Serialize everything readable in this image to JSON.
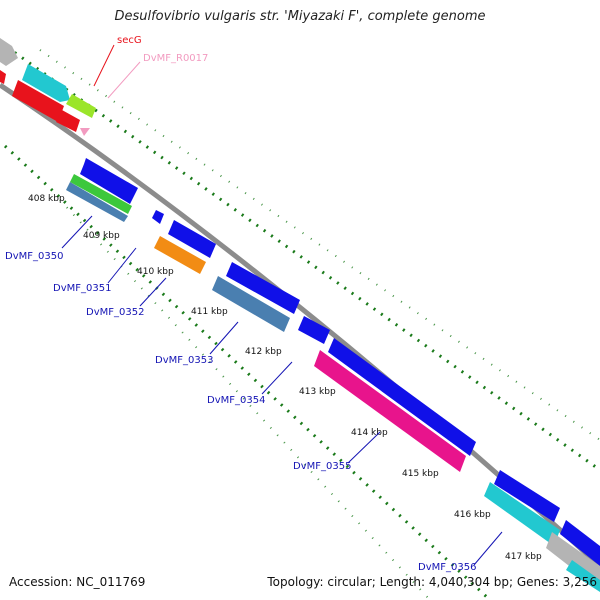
{
  "title": "Desulfovibrio vulgaris str. 'Miyazaki F', complete genome",
  "accession": "Accession: NC_011769",
  "summary": "Topology: circular; Length: 4,040,304 bp; Genes: 3,256",
  "ticks": [
    "408 kbp",
    "409 kbp",
    "410 kbp",
    "411 kbp",
    "412 kbp",
    "413 kbp",
    "414 kbp",
    "415 kbp",
    "416 kbp",
    "417 kbp"
  ],
  "gene_labels": [
    {
      "text": "secG",
      "color": "#e8131c"
    },
    {
      "text": "DvMF_R0017",
      "color": "#f29bc0"
    },
    {
      "text": "DvMF_0350",
      "color": "#1414b4"
    },
    {
      "text": "DvMF_0351",
      "color": "#1414b4"
    },
    {
      "text": "DvMF_0352",
      "color": "#1414b4"
    },
    {
      "text": "DvMF_0353",
      "color": "#1414b4"
    },
    {
      "text": "DvMF_0354",
      "color": "#1414b4"
    },
    {
      "text": "DvMF_0355",
      "color": "#1414b4"
    },
    {
      "text": "DvMF_0356",
      "color": "#1414b4"
    }
  ],
  "colors": {
    "backbone": "#8c8c8c",
    "dots": "#1a7a1a",
    "blue": "#1010e8",
    "red": "#e8131c",
    "cyan": "#22c8d0",
    "lime": "#9be52a",
    "green": "#3cc83c",
    "steel": "#4a7fb0",
    "orange": "#f28c14",
    "magenta": "#e8148c",
    "gray": "#b4b4b4",
    "pink": "#f29bc0"
  }
}
